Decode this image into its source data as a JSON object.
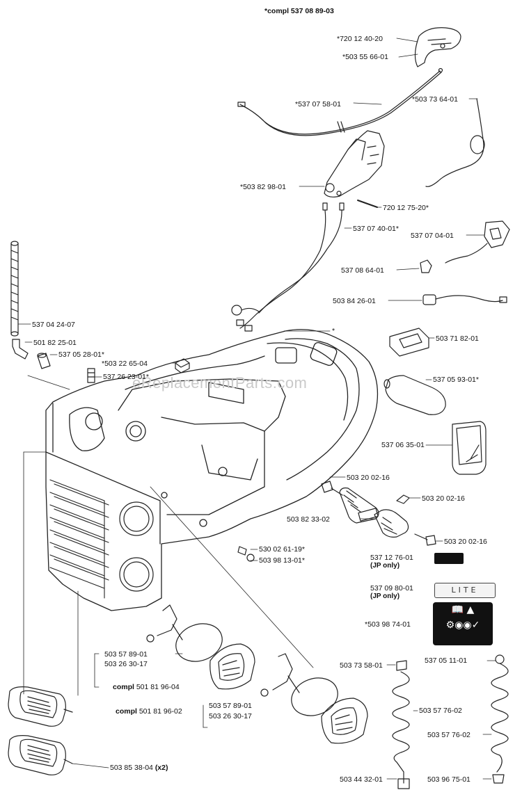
{
  "header": {
    "compl_label": "*compl 537 08 89-03"
  },
  "watermark": "eReplacementParts.com",
  "decal_text": "LITE",
  "labels": {
    "p1": "*720 12 40-20",
    "p2": "*503 55 66-01",
    "p3": "*537 07 58-01",
    "p4": "*503 73 64-01",
    "p5": "*503 82 98-01",
    "p6": "720 12 75-20*",
    "p7": "537 07 40-01*",
    "p8": "537 07 04-01",
    "p9": "537 08 64-01",
    "p10": "503 84 26-01",
    "p11": "537 04 24-07",
    "p12": "501 82 25-01",
    "p13": "537 05 28-01*",
    "p14": "*503 22 65-04",
    "p15": "537 26 23-01*",
    "p16": "*",
    "p17": "503 71 82-01",
    "p18": "537 05 93-01*",
    "p19": "537 06 35-01",
    "p20": "503 20 02-16",
    "p21": "503 20 02-16",
    "p22": "503 82 33-02",
    "p23": "503 20 02-16",
    "p24": "530 02 61-19*",
    "p25": "503 98 13-01*",
    "p26": "537 12 76-01",
    "p27": "537 09 80-01",
    "p28": "*503 98 74-01",
    "p29": "503 57 89-01",
    "p30": "503 26 30-17",
    "p31_prefix": "compl",
    "p31": "501 81 96-04",
    "p32": "503 57 89-01",
    "p33": "503 26 30-17",
    "p34_prefix": "compl",
    "p34": "501 81 96-02",
    "p35": "503 73 58-01",
    "p36": "537 05 11-01",
    "p37": "503 57 76-02",
    "p38": "503 57 76-02",
    "p39": "503 44 32-01",
    "p40": "503 96 75-01",
    "p41": "503 85 38-04",
    "p41_suffix": "(x2)",
    "jp_only": "(JP only)"
  }
}
